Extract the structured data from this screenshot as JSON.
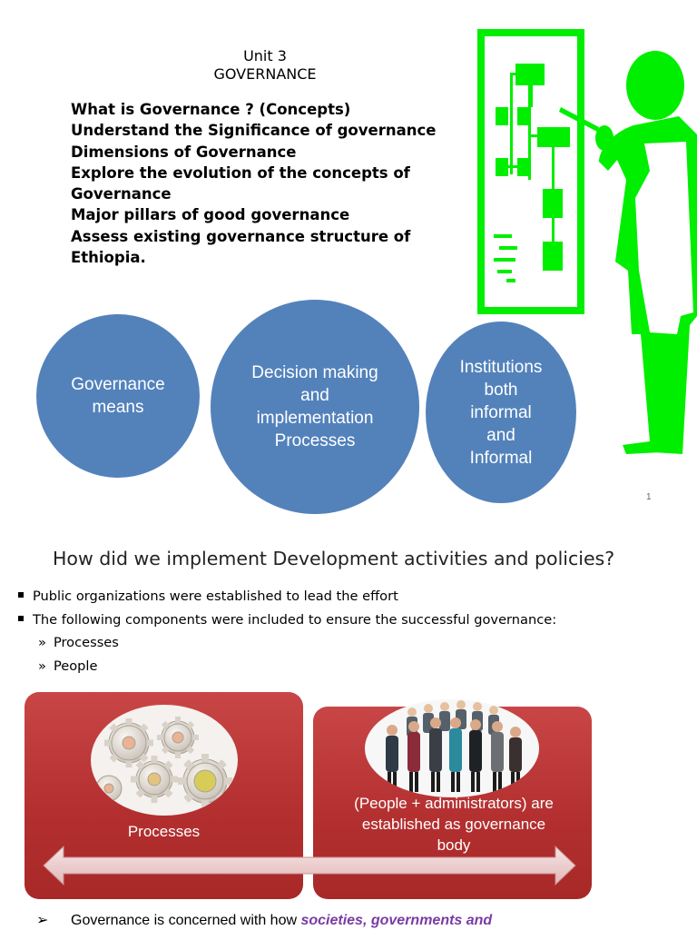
{
  "slide1": {
    "unit": "Unit 3",
    "title": "GOVERNANCE",
    "topics": [
      "What is Governance ? (Concepts)",
      "Understand the Significance of governance",
      "Dimensions of Governance",
      "Explore the evolution of the concepts of",
      "Governance",
      "Major  pillars of good governance",
      "Assess existing governance structure of",
      "Ethiopia."
    ],
    "bubbles": [
      "Governance\nmeans",
      "Decision making\nand\nimplementation\nProcesses",
      "Institutions\nboth\ninformal\nand\nInformal"
    ],
    "page_number": "1",
    "clipart": "presenter-with-flowchart-icon",
    "colors": {
      "bubble": "#5382bb",
      "clipart": "#00ee00"
    }
  },
  "slide2": {
    "heading": "How did we implement Development activities and policies?",
    "bullets": [
      "Public organizations were established to lead the effort",
      "The following components were included to ensure the successful governance:"
    ],
    "sub_bullets": [
      {
        "marker": "»",
        "text": "Processes"
      },
      {
        "marker": "»",
        "text": "People"
      }
    ],
    "panel_left_label": "Processes",
    "panel_right_label": "(People + administrators) are\nestablished as governance\nbody",
    "left_image": "gears-icon",
    "right_image": "people-group-icon",
    "panel_color": "#b83232",
    "bottom_arrow": "➢",
    "bottom_text_prefix": "Governance is concerned with how ",
    "bottom_text_emphasis": "societies, governments and"
  }
}
